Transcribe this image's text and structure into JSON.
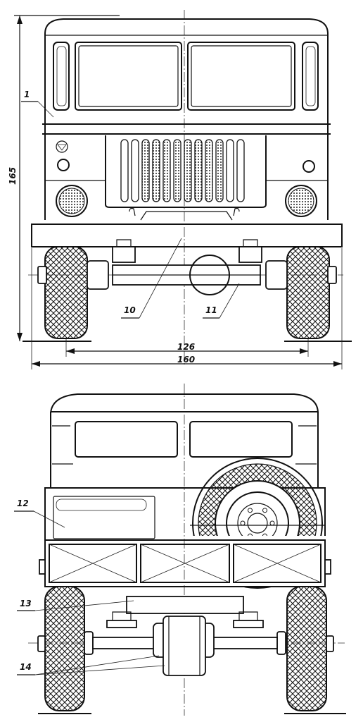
{
  "callouts": {
    "c1": "1",
    "c10": "10",
    "c11": "11",
    "c12": "12",
    "c13": "13",
    "c14": "14"
  },
  "dimensions": {
    "height": "165",
    "track": "126",
    "width": "160"
  }
}
